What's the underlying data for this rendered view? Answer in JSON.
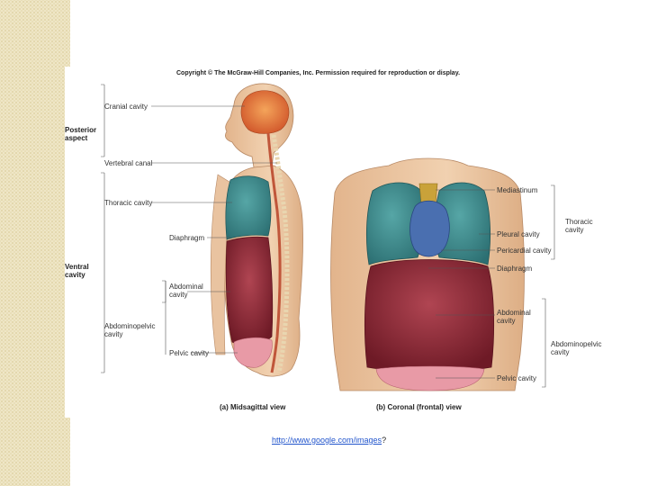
{
  "copyright": "Copyright © The McGraw-Hill Companies, Inc. Permission required for reproduction or display.",
  "left_labels": {
    "cranial": "Cranial cavity",
    "posterior": "Posterior\naspect",
    "vertebral": "Vertebral canal",
    "thoracic": "Thoracic cavity",
    "diaphragm": "Diaphragm",
    "ventral": "Ventral\ncavity",
    "abdominal": "Abdominal\ncavity",
    "abdominopelvic": "Abdominopelvic\ncavity",
    "pelvic": "Pelvic cavity"
  },
  "right_labels": {
    "mediastinum": "Mediastinum",
    "thoracic": "Thoracic\ncavity",
    "pleural": "Pleural cavity",
    "pericardial": "Pericardial cavity",
    "diaphragm": "Diaphragm",
    "abdominal": "Abdominal\ncavity",
    "abdominopelvic": "Abdominopelvic\ncavity",
    "pelvic": "Pelvic cavity"
  },
  "captions": {
    "a": "(a) Midsagittal view",
    "b": "(b) Coronal (frontal) view"
  },
  "source": {
    "link": "http://www.google.com/images",
    "suffix": "?"
  },
  "colors": {
    "skin": "#e8c09a",
    "lung": "#3a8a8c",
    "abdomen": "#8e2a36",
    "brain": "#e07a3a",
    "heart": "#4a6fb0",
    "mediastinum": "#c9a23a",
    "pelvic": "#e89aa6"
  }
}
